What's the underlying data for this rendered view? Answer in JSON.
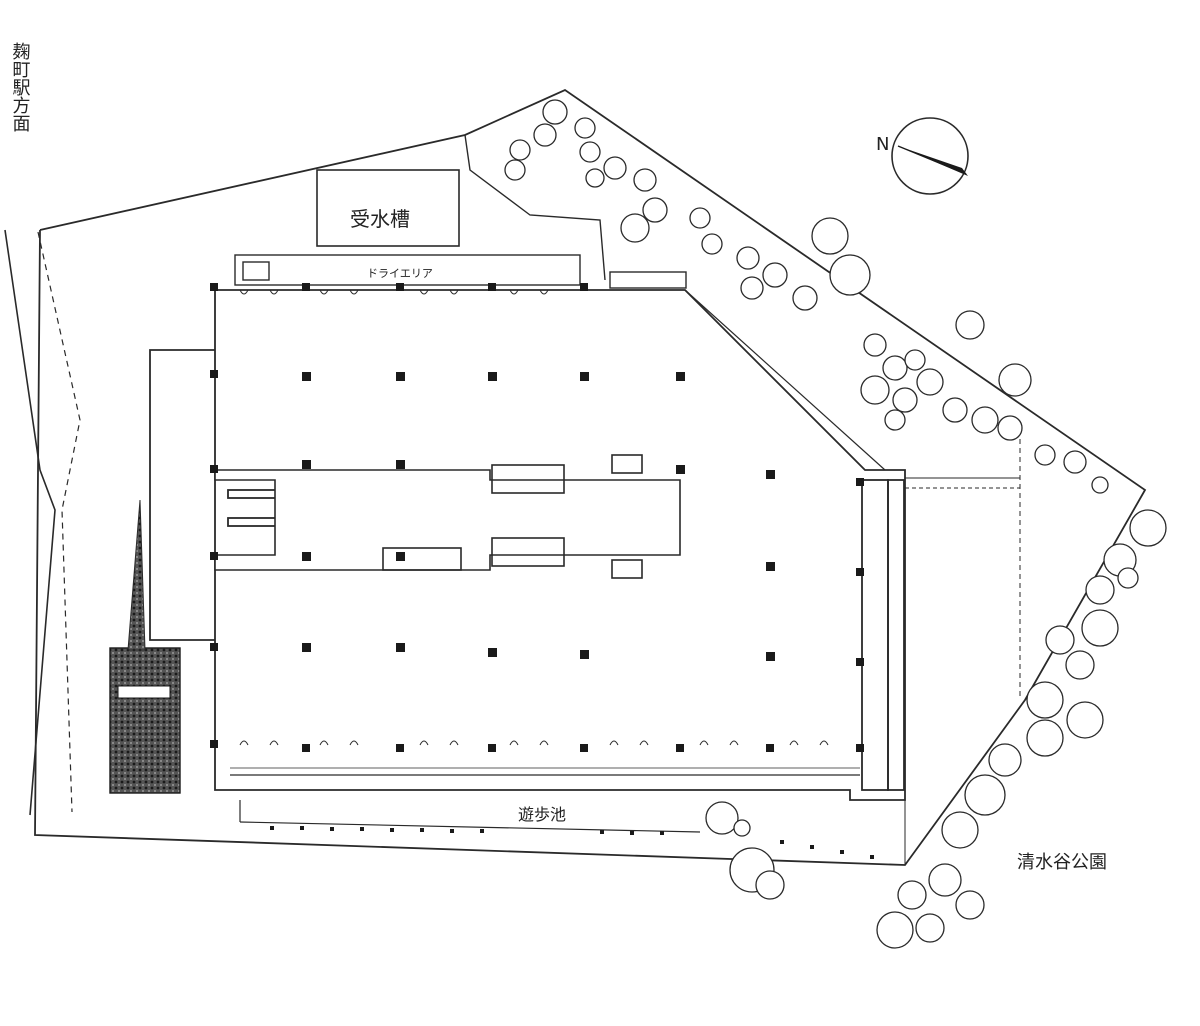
{
  "labels": {
    "station_direction": "麹町駅方面",
    "water_tank": "受水槽",
    "dry_area": "ドライエリア",
    "pond": "遊歩池",
    "park": "清水谷公園",
    "north": "N"
  },
  "colors": {
    "line": "#2a2a2a",
    "tree_fill": "#ffffff",
    "column": "#1a1a1a",
    "hatch": "#3a3a3a"
  }
}
